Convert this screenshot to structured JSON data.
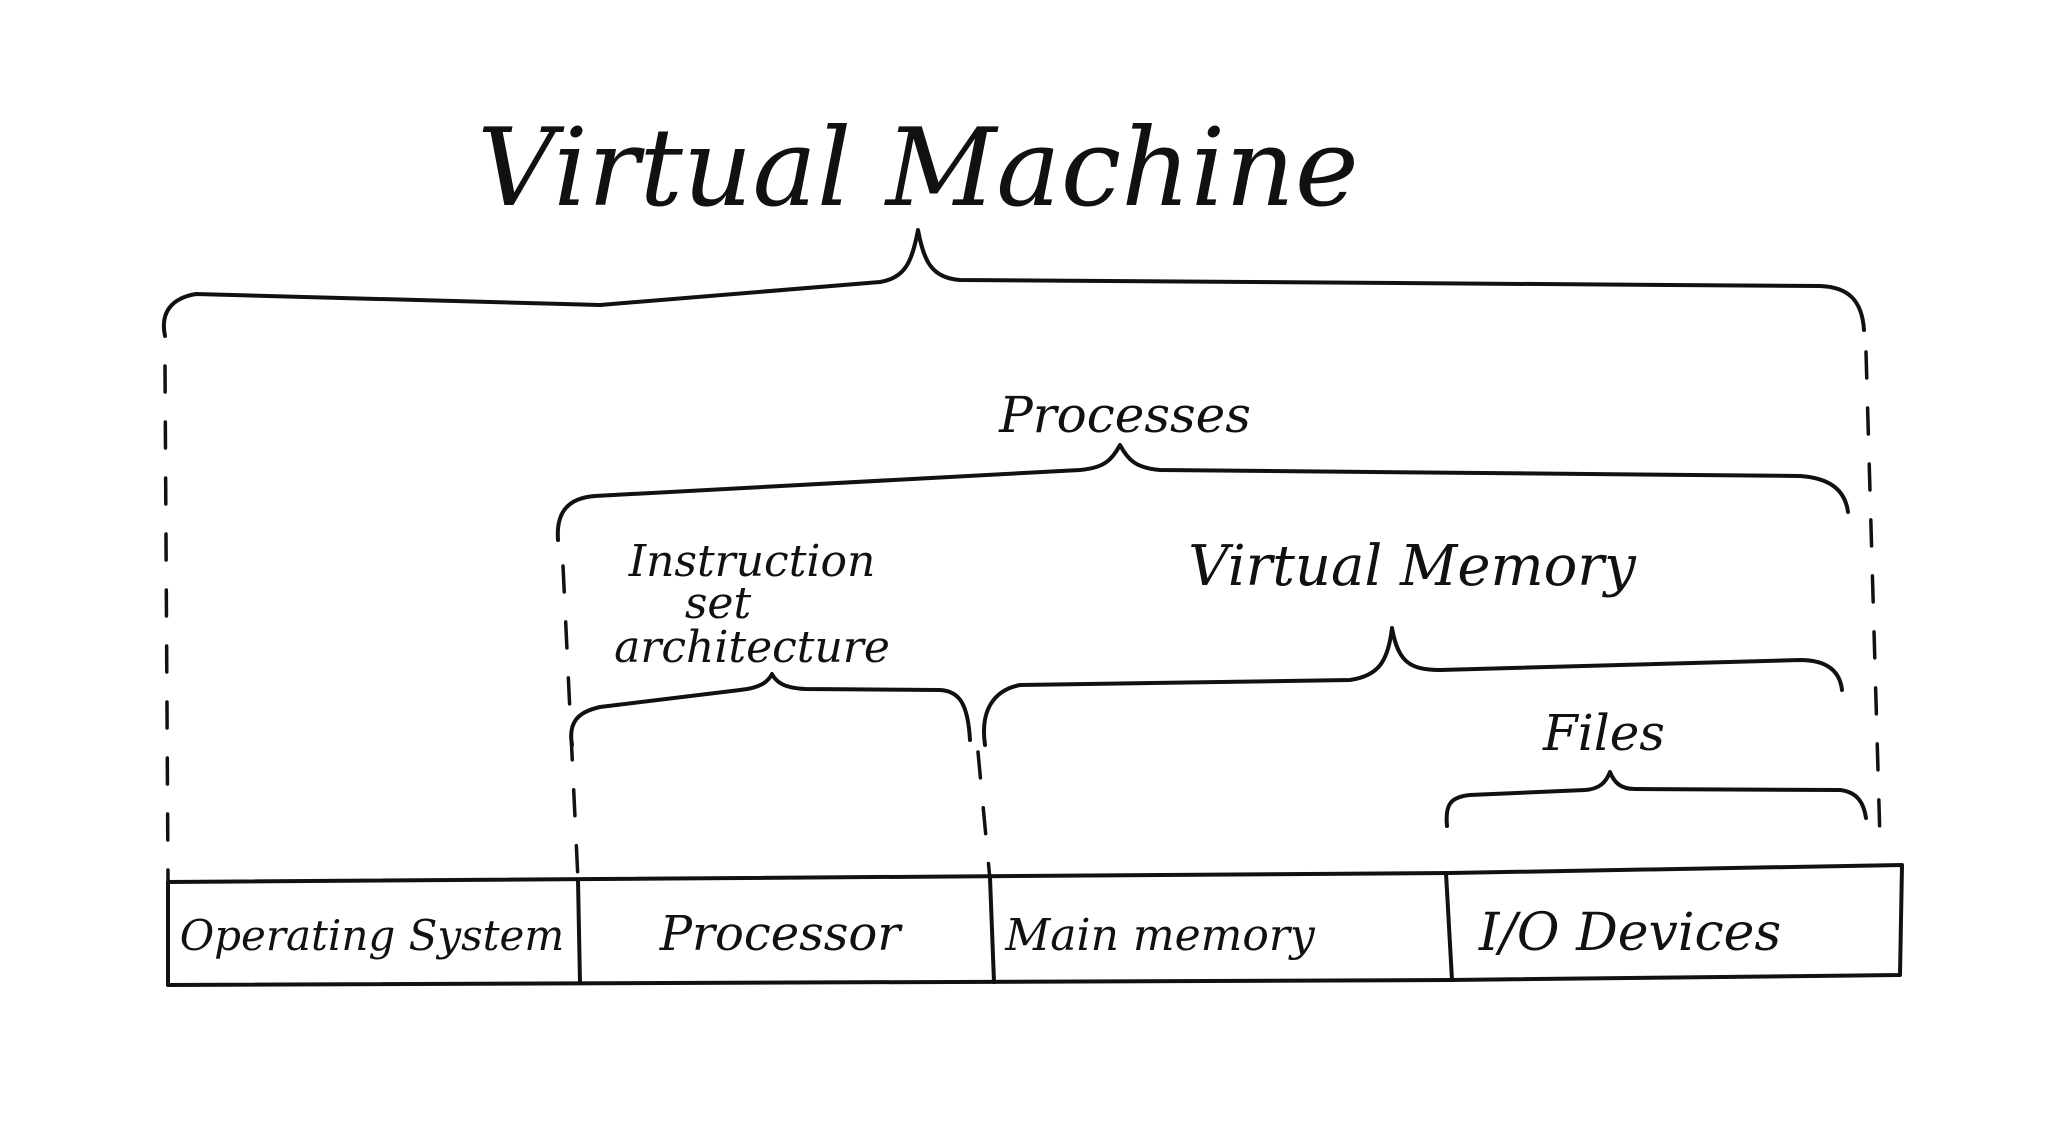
{
  "diagram": {
    "title": "Virtual Machine",
    "abstractions": {
      "processes": "Processes",
      "isa": [
        "Instruction",
        "set",
        "architecture"
      ],
      "virtual_memory": "Virtual Memory",
      "files": "Files"
    },
    "hardware": {
      "cells": [
        "Operating System",
        "Processor",
        "Main memory",
        "I/O Devices"
      ]
    },
    "colors": {
      "ink": "#111111",
      "background": "#ffffff"
    }
  }
}
